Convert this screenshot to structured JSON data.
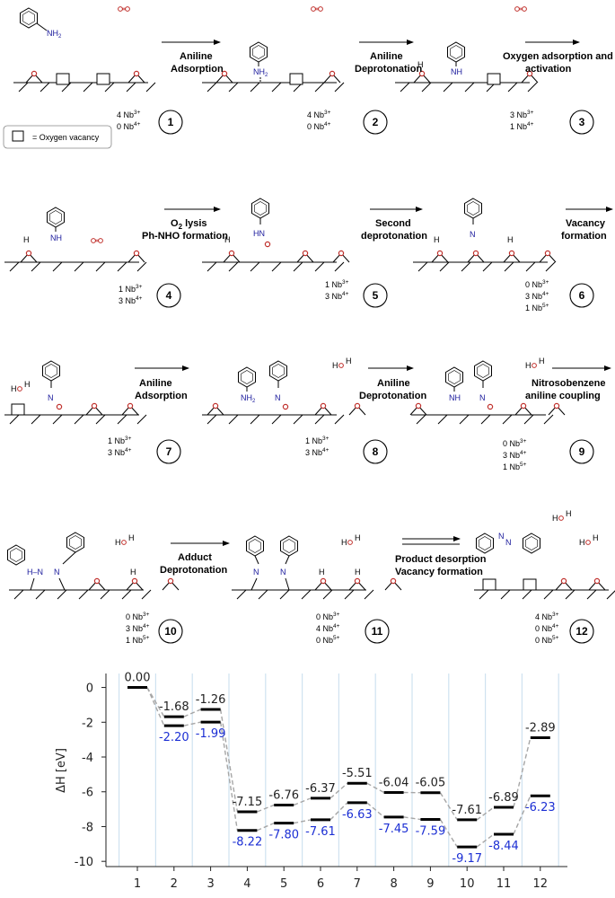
{
  "vacancy_legend": "= Oxygen vacancy",
  "panels": [
    {
      "id": "1",
      "nb": [
        "4 Nb3+",
        "0 Nb4+"
      ],
      "arrow": [
        "Aniline",
        "Adsorption"
      ]
    },
    {
      "id": "2",
      "nb": [
        "4 Nb3+",
        "0 Nb4+"
      ],
      "arrow": [
        "Aniline",
        "Deprotonation"
      ]
    },
    {
      "id": "3",
      "nb": [
        "3 Nb3+",
        "1 Nb4+"
      ],
      "arrow": [
        "Oxygen adsorption and",
        "activation"
      ]
    },
    {
      "id": "4",
      "nb": [
        "1 Nb3+",
        "3 Nb4+"
      ],
      "arrow": [
        "O2 lysis",
        "Ph-NHO formation"
      ]
    },
    {
      "id": "5",
      "nb": [
        "1 Nb3+",
        "3 Nb4+"
      ],
      "arrow": [
        "Second",
        "deprotonation"
      ]
    },
    {
      "id": "6",
      "nb": [
        "0 Nb3+",
        "3 Nb4+",
        "1 Nb5+"
      ],
      "arrow": [
        "Vacancy",
        "formation"
      ]
    },
    {
      "id": "7",
      "nb": [
        "1 Nb3+",
        "3 Nb4+"
      ],
      "arrow": [
        "Aniline",
        "Adsorption"
      ]
    },
    {
      "id": "8",
      "nb": [
        "1 Nb3+",
        "3 Nb4+"
      ],
      "arrow": [
        "Aniline",
        "Deprotonation"
      ]
    },
    {
      "id": "9",
      "nb": [
        "0 Nb3+",
        "3 Nb4+",
        "1 Nb5+"
      ],
      "arrow": [
        "Nitrosobenzene",
        "aniline coupling"
      ]
    },
    {
      "id": "10",
      "nb": [
        "0 Nb3+",
        "3 Nb4+",
        "1 Nb5+"
      ],
      "arrow": [
        "Adduct",
        "Deprotonation"
      ]
    },
    {
      "id": "11",
      "nb": [
        "0 Nb3+",
        "4 Nb4+",
        "0 Nb5+"
      ],
      "arrow": [
        "Product desorption",
        "Vacancy formation"
      ]
    },
    {
      "id": "12",
      "nb": [
        "4 Nb3+",
        "0 Nb4+",
        "0 Nb5+"
      ],
      "arrow": []
    }
  ],
  "chart_data": {
    "type": "line",
    "ylabel": "ΔH [eV]",
    "xlabel": "",
    "categories": [
      "1",
      "2",
      "3",
      "4",
      "5",
      "6",
      "7",
      "8",
      "9",
      "10",
      "11",
      "12"
    ],
    "ylim": [
      -10.3,
      0.7
    ],
    "yticks": [
      0,
      -2,
      -4,
      -6,
      -8,
      -10
    ],
    "grid": "vertical",
    "series": [
      {
        "values": [
          0.0,
          -1.68,
          -1.26,
          -7.15,
          -6.76,
          -6.37,
          -5.51,
          -6.04,
          -6.05,
          -7.61,
          -6.89,
          -2.89
        ],
        "labels": [
          "0.00",
          "-1.68",
          "-1.26",
          "-7.15",
          "-6.76",
          "-6.37",
          "-5.51",
          "-6.04",
          "-6.05",
          "-7.61",
          "-6.89",
          "-2.89"
        ],
        "label_color": "#222222"
      },
      {
        "values": [
          0.0,
          -2.2,
          -1.99,
          -8.22,
          -7.8,
          -7.61,
          -6.63,
          -7.45,
          -7.59,
          -9.17,
          -8.44,
          -6.23
        ],
        "labels": [
          "",
          "-2.20",
          "-1.99",
          "-8.22",
          "-7.80",
          "-7.61",
          "-6.63",
          "-7.45",
          "-7.59",
          "-9.17",
          "-8.44",
          "-6.23"
        ],
        "label_color": "#1c2fd4"
      }
    ]
  }
}
